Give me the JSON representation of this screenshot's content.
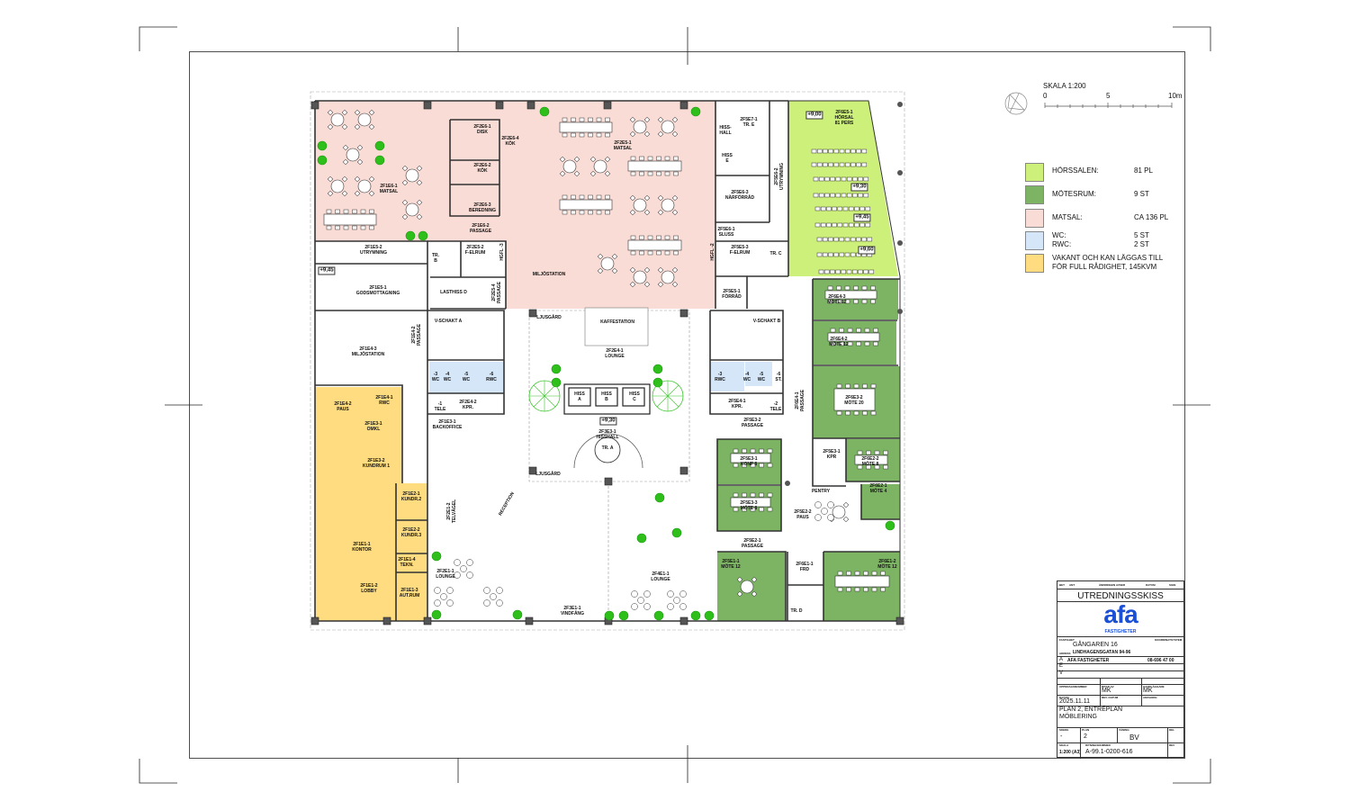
{
  "scale": {
    "title": "SKALA 1:200",
    "ticks": [
      "0",
      "5",
      "10m"
    ]
  },
  "legend": [
    {
      "name": "HÖRSSALEN:",
      "value": "81 PL",
      "color": "#ccf07a"
    },
    {
      "name": "MÖTESRUM:",
      "value": "9 ST",
      "color": "#7db464"
    },
    {
      "name": "MATSAL:",
      "value": "CA 136 PL",
      "color": "#f9dcd5"
    },
    {
      "name": "WC:\nRWC:",
      "value": "5 ST\n2 ST",
      "color": "#d4e6f8"
    },
    {
      "name": "VAKANT OCH KAN LÄGGAS TILL FÖR FULL RÅDIGHET, 145KVM",
      "value": "",
      "color": "#ffdc80"
    }
  ],
  "colors": {
    "horsal": "#ccf07a",
    "motesrum": "#7db464",
    "matsal": "#f9dcd5",
    "wc": "#d4e6f8",
    "vakant": "#ffdc80",
    "plant": "#2fbf1a",
    "brand": "#1a4fd6"
  },
  "elevations": [
    "+9,00",
    "+9,30",
    "+9,45",
    "+9,60",
    "+9,45",
    "+9,30"
  ],
  "rooms": [
    {
      "code": "2F1E6-1",
      "name": "MATSAL"
    },
    {
      "code": "2F2E6-1",
      "name": "DISK"
    },
    {
      "code": "2F2E6-2",
      "name": "KÖK"
    },
    {
      "code": "2F2E6-3",
      "name": "BEREDNING"
    },
    {
      "code": "2F2E6-4",
      "name": "KÖK"
    },
    {
      "code": "2F1E6-2",
      "name": "PASSAGE"
    },
    {
      "code": "2F2E5-1",
      "name": "MATSAL"
    },
    {
      "code": "2F1E5-2",
      "name": "UTRYMNING"
    },
    {
      "code": "2F2E5-2",
      "name": "F-ELRUM"
    },
    {
      "code": "TR.",
      "name": "B"
    },
    {
      "code": "HGFL -3",
      "name": ""
    },
    {
      "code": "2F1E5-1",
      "name": "GODSMOTTAGNING"
    },
    {
      "code": "LASTHISS D",
      "name": ""
    },
    {
      "code": "2F2E5-4",
      "name": "PASSAGE"
    },
    {
      "code": "MILJÖSTATION",
      "name": ""
    },
    {
      "code": "2F5E7-1",
      "name": "TR. E"
    },
    {
      "code": "HISS-",
      "name": "HALL"
    },
    {
      "code": "HISS",
      "name": "E"
    },
    {
      "code": "2F5E6-2",
      "name": "UTRYMNING"
    },
    {
      "code": "2F5E6-3",
      "name": "NÄRFÖRRÅD"
    },
    {
      "code": "2F5E6-1",
      "name": "SLUSS"
    },
    {
      "code": "2F5E5-3",
      "name": "F-ELRUM"
    },
    {
      "code": "TR. C",
      "name": ""
    },
    {
      "code": "HGFL -2",
      "name": ""
    },
    {
      "code": "2F6E5-1",
      "name": "HÖRSAL\n81 PERS"
    },
    {
      "code": "2F5E5-1",
      "name": "FÖRRÅD"
    },
    {
      "code": "2F6E4-3",
      "name": "MÖTE 12"
    },
    {
      "code": "2F6E4-2",
      "name": "MÖTE 12"
    },
    {
      "code": "2F6E3-2",
      "name": "MÖTE 20"
    },
    {
      "code": "V-SCHAKT B",
      "name": ""
    },
    {
      "code": "V-SCHAKT A",
      "name": ""
    },
    {
      "code": "2F1E4-3",
      "name": "MILJÖSTATION"
    },
    {
      "code": "2F1E4-2",
      "name": "PASSAGE"
    },
    {
      "code": "KAFFESTATION",
      "name": ""
    },
    {
      "code": "LJUSGÅRD",
      "name": ""
    },
    {
      "code": "2F2E4-1",
      "name": "LOUNGE"
    },
    {
      "code": "HISS",
      "name": "A"
    },
    {
      "code": "HISS",
      "name": "B"
    },
    {
      "code": "HISS",
      "name": "C"
    },
    {
      "code": "2F3E3-1",
      "name": "HISSHALL"
    },
    {
      "code": "TR. A",
      "name": ""
    },
    {
      "code": "LJUSGÅRD",
      "name": ""
    },
    {
      "code": "-3",
      "name": "WC"
    },
    {
      "code": "-4",
      "name": "WC"
    },
    {
      "code": "-5",
      "name": "WC"
    },
    {
      "code": "-6",
      "name": "RWC"
    },
    {
      "code": "-1",
      "name": "TELE"
    },
    {
      "code": "2F2E4-2",
      "name": "KPR."
    },
    {
      "code": "2F1E3-1",
      "name": "BACKOFFICE"
    },
    {
      "code": "2F1E4-2",
      "name": "PAUS"
    },
    {
      "code": "2F1E4-1",
      "name": "RWC"
    },
    {
      "code": "2F1E3-1",
      "name": "OMKL"
    },
    {
      "code": "2F1E3-2",
      "name": "KUNDRUM 1"
    },
    {
      "code": "2F1E2-1",
      "name": "KUNDR.2"
    },
    {
      "code": "2F1E2-2",
      "name": "KUNDR.3"
    },
    {
      "code": "2F1E1-1",
      "name": "KONTOR"
    },
    {
      "code": "2F1E1-4",
      "name": "TEKN."
    },
    {
      "code": "2F1E1-2",
      "name": "LOBBY"
    },
    {
      "code": "2F1E1-3",
      "name": "AUT.RUM"
    },
    {
      "code": "2F2E1-2",
      "name": "TELVÄGEL"
    },
    {
      "code": "RECEPTION",
      "name": ""
    },
    {
      "code": "2F2E1-1",
      "name": "LOUNGE"
    },
    {
      "code": "2F3E1-1",
      "name": "VINDFÅNG"
    },
    {
      "code": "2F4E1-1",
      "name": "LOUNGE"
    },
    {
      "code": "-3",
      "name": "RWC"
    },
    {
      "code": "-4",
      "name": "WC"
    },
    {
      "code": "-5",
      "name": "WC"
    },
    {
      "code": "-6",
      "name": "ST."
    },
    {
      "code": "2F5E4-1",
      "name": "KPR."
    },
    {
      "code": "-2",
      "name": "TELE"
    },
    {
      "code": "2F5E3-2",
      "name": "PASSAGE"
    },
    {
      "code": "2F6E4-1",
      "name": "PASSAGE"
    },
    {
      "code": "2F5E3-1",
      "name": "KPR"
    },
    {
      "code": "2F5E3-1",
      "name": "KONF 8"
    },
    {
      "code": "2F6E2-2",
      "name": "MÖTE 8"
    },
    {
      "code": "2F5E3-3",
      "name": "MÖTE 8"
    },
    {
      "code": "PENTRY",
      "name": ""
    },
    {
      "code": "2F6E2-1",
      "name": "MÖTE 4"
    },
    {
      "code": "2F5E2-2",
      "name": "PAUS"
    },
    {
      "code": "2F5E2-1",
      "name": "PASSAGE"
    },
    {
      "code": "2F5E1-1",
      "name": "MÖTE 12"
    },
    {
      "code": "2F6E1-1",
      "name": "FRD"
    },
    {
      "code": "TR. D",
      "name": ""
    },
    {
      "code": "2F6E1-2",
      "name": "MÖTE 12"
    }
  ],
  "title_block": {
    "header": [
      "BET",
      "ANT",
      "ÄNDRINGEN AVSER",
      "DATUM",
      "SIGN"
    ],
    "status": "UTREDNINGSSKISS",
    "logo_text": "afa",
    "logo_sub": "FASTIGHETER",
    "property_label": "FASTIGHET",
    "coord_label": "KOORDINATSYSTEM",
    "property": "GÅNGAREN 16",
    "address_label": "ADRESS",
    "address": "LINDHAGENSGATAN 94-96",
    "a_letter": "A",
    "a_name": "AFA FASTIGHETER",
    "a_phone": "08-696 47 00",
    "e_letter": "E",
    "v_letter": "V",
    "assignment_label": "UPPDRAGSNUMMER",
    "drawn_by_label": "RITAD AV",
    "drawn_by": "MK",
    "handler_label": "HANDLÄGGARE",
    "handler": "MK",
    "date_label": "DATUM",
    "date": "2025.11.11",
    "rev_date_label": "REV. DATUM",
    "responsible_label": "ANSVARIG",
    "drawing_title": "PLAN 2, ENTRÉPLAN\nMÖBLERING",
    "stage_label": "SKEDE",
    "plan_label": "PLAN",
    "discipline_label": "VÅNING",
    "part_label": "DEL",
    "stage": "-",
    "plan": "2",
    "floor": "BV",
    "scale_label": "SKALA",
    "drawing_no_label": "RITNINGSNUMMER",
    "rev_label": "REV",
    "scale": "1:200 (A3)",
    "drawing_no": "A-99.1-0200-616"
  }
}
